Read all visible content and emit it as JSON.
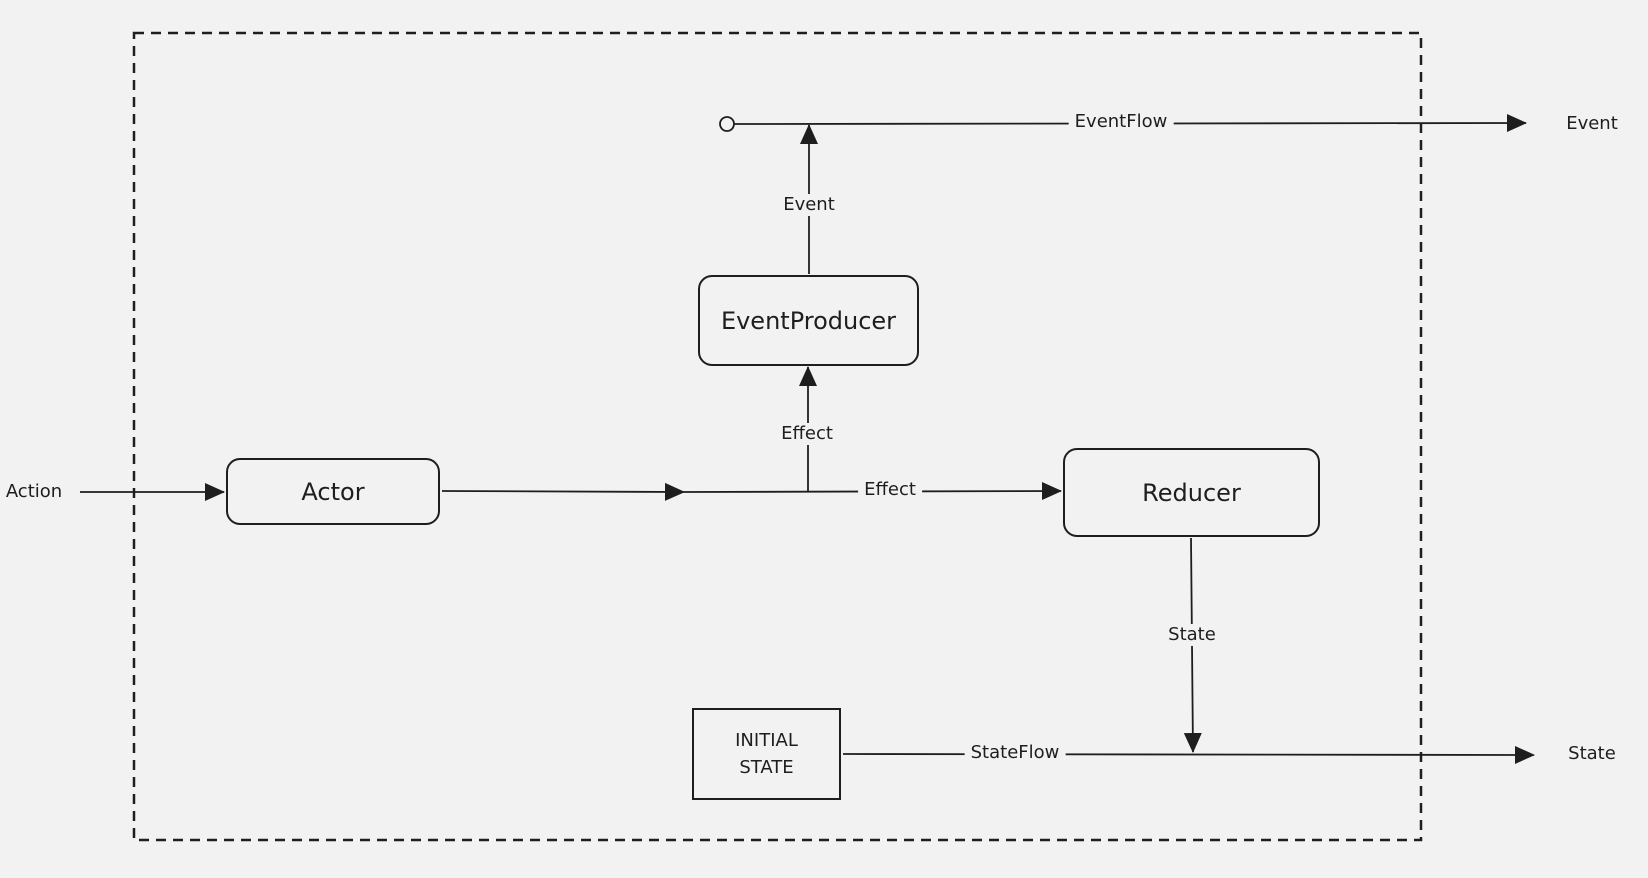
{
  "diagram": {
    "boundary": "dashed",
    "nodes": {
      "actor": "Actor",
      "event_producer": "EventProducer",
      "reducer": "Reducer",
      "initial_state_line1": "INITIAL",
      "initial_state_line2": "STATE"
    },
    "edge_labels": {
      "action_in": "Action",
      "effect_to_reducer": "Effect",
      "effect_to_producer": "Effect",
      "event_to_flow": "Event",
      "event_flow": "EventFlow",
      "event_out": "Event",
      "state_from_reducer": "State",
      "state_flow": "StateFlow",
      "state_out": "State"
    }
  },
  "colors": {
    "background": "#f2f2f2",
    "stroke": "#1e1e1e"
  }
}
